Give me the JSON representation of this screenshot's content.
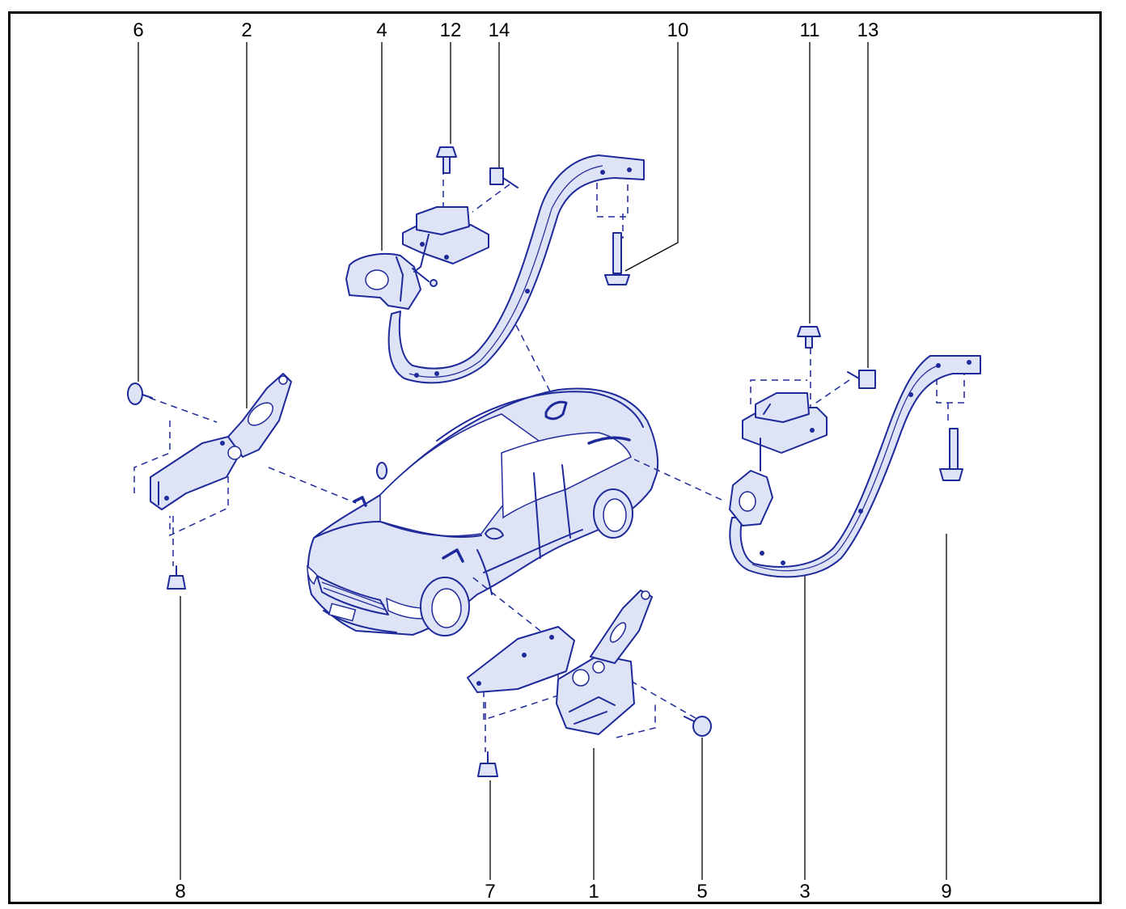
{
  "diagram": {
    "callouts": {
      "c1": "1",
      "c2": "2",
      "c3": "3",
      "c4": "4",
      "c5": "5",
      "c6": "6",
      "c7": "7",
      "c8": "8",
      "c9": "9",
      "c10": "10",
      "c11": "11",
      "c12": "12",
      "c13": "13",
      "c14": "14"
    },
    "colors": {
      "line": "#1f2a9a",
      "fill": "#dfe3f6",
      "frame": "#000000"
    }
  }
}
